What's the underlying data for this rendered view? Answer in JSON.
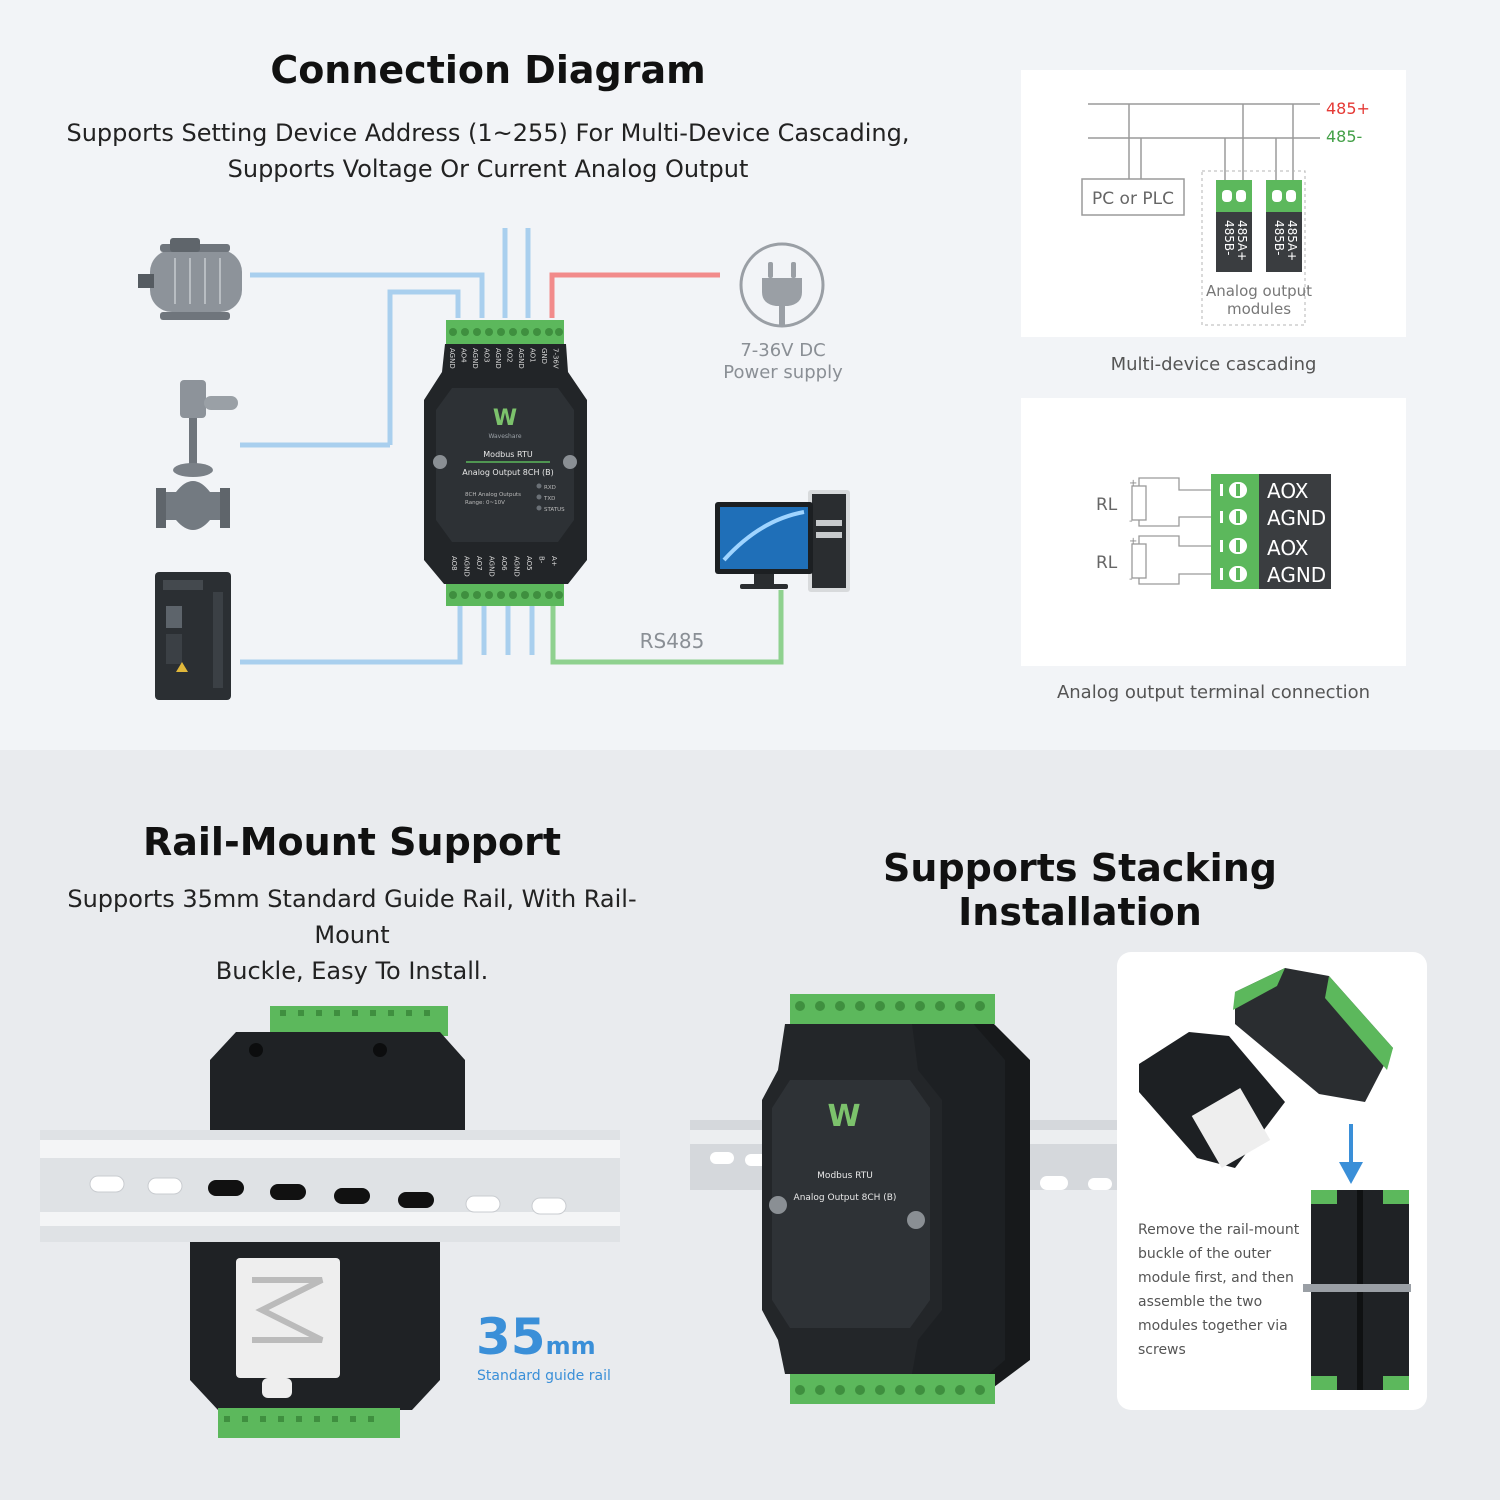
{
  "connection": {
    "title": "Connection Diagram",
    "subtitle_line1": "Supports Setting Device Address (1~255) For Multi-Device Cascading,",
    "subtitle_line2": "Supports Voltage Or Current Analog Output",
    "power_label_line1": "7-36V DC",
    "power_label_line2": "Power supply",
    "rs485_label": "RS485",
    "module": {
      "brand": "Waveshare",
      "line1": "Modbus RTU",
      "line2": "Analog Output 8CH (B)",
      "spec1": "8CH Analog Outputs",
      "spec2": "Range: 0~10V",
      "led1": "RXD",
      "led2": "TXD",
      "led3": "STATUS",
      "top_pins": [
        "AGND",
        "AO4",
        "AGND",
        "AO3",
        "AGND",
        "AO2",
        "AGND",
        "AO1",
        "GND",
        "7-36V"
      ],
      "bottom_pins": [
        "AO8",
        "AGND",
        "AO7",
        "AGND",
        "AO6",
        "AGND",
        "AO5",
        "B-",
        "A+"
      ]
    }
  },
  "cascade": {
    "label_485p": "485+",
    "label_485m": "485-",
    "pc_label": "PC or PLC",
    "module_pins": [
      "485A+",
      "485B-"
    ],
    "modules_label_line1": "Analog output",
    "modules_label_line2": "modules",
    "caption": "Multi-device cascading",
    "colors": {
      "pos": "#e53935",
      "neg": "#43a047"
    }
  },
  "terminal": {
    "rl1": "RL",
    "rl2": "RL",
    "pins": [
      "AOX",
      "AGND",
      "AOX",
      "AGND"
    ],
    "caption": "Analog output terminal connection"
  },
  "rail": {
    "title": "Rail-Mount Support",
    "subtitle_line1": "Supports 35mm Standard Guide Rail, With Rail-Mount",
    "subtitle_line2": "Buckle, Easy To Install.",
    "size_value": "35",
    "size_unit": "mm",
    "size_caption": "Standard guide rail"
  },
  "stacking": {
    "title": "Supports Stacking Installation",
    "note_lines": [
      "Remove the rail-mount",
      "buckle of the outer",
      "module first, and then",
      "assemble the two",
      "modules together via",
      "screws"
    ]
  },
  "palette": {
    "terminal_green": "#5cb85c",
    "wire_blue": "#a9cfee",
    "wire_red": "#f28b8b",
    "wire_green": "#8fd18f",
    "accent_blue": "#3a8fd8"
  }
}
